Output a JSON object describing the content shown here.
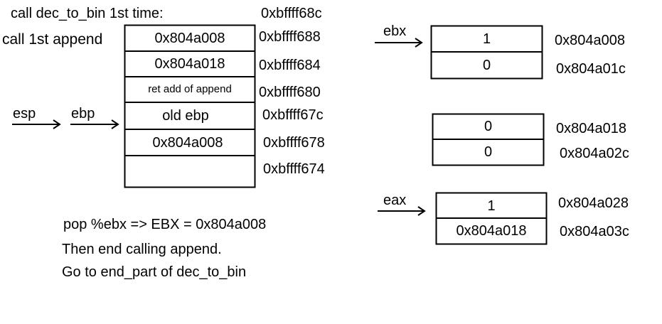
{
  "header": {
    "title": "call dec_to_bin  1st  time:",
    "title_addr": "0xbffff68c"
  },
  "stack": {
    "side_label": "call 1st append",
    "cells": [
      "0x804a008",
      "0x804a018",
      "ret add of append",
      "old ebp",
      "0x804a008",
      ""
    ],
    "addresses": [
      "0xbffff688",
      "0xbffff684",
      "0xbffff680",
      "0xbffff67c",
      "0xbffff678",
      "0xbffff674"
    ]
  },
  "pointers": {
    "esp": "esp",
    "ebp": "ebp",
    "ebx": "ebx",
    "eax": "eax"
  },
  "heap": {
    "blocks": [
      {
        "values": [
          "1",
          "0"
        ],
        "addresses": [
          "0x804a008",
          "0x804a01c"
        ]
      },
      {
        "values": [
          "0",
          "0"
        ],
        "addresses": [
          "0x804a018",
          "0x804a02c"
        ]
      },
      {
        "values": [
          "1",
          "0x804a018"
        ],
        "addresses": [
          "0x804a028",
          "0x804a03c"
        ]
      }
    ]
  },
  "notes": {
    "line1": "pop %ebx => EBX = 0x804a008",
    "line2": "Then end calling append.",
    "line3": "Go to end_part of dec_to_bin"
  }
}
